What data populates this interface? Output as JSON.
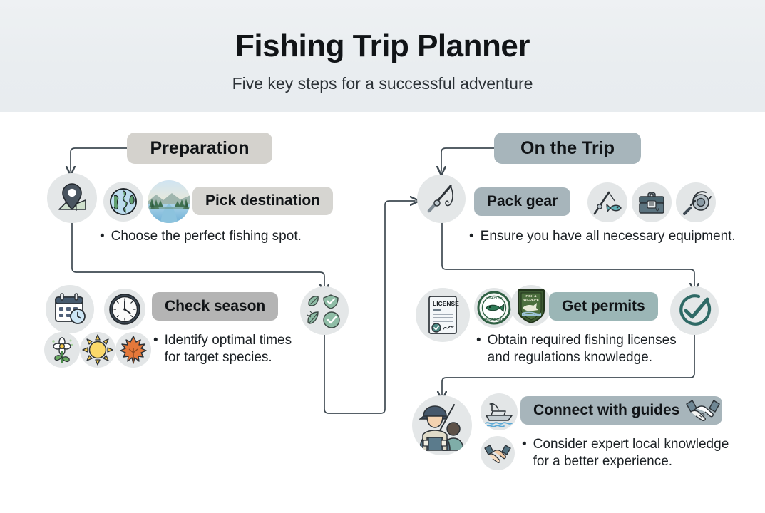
{
  "header": {
    "title": "Fishing Trip Planner",
    "subtitle": "Five key steps for a successful adventure"
  },
  "colors": {
    "header_band": "#eaeef1",
    "section_prep_chip": "#d4d2cd",
    "section_trip_chip": "#a7b5bb",
    "chip_light_grey": "#d6d5d1",
    "chip_mid_grey": "#b4b4b4",
    "chip_teal": "#9bb6b6",
    "chip_bluegrey": "#a7b5bb",
    "bubble": "#e3e6e7",
    "wire": "#3f4a52",
    "text": "#16191c",
    "sage": "#7faa91",
    "sage_dark": "#3f7a62",
    "teal_dark": "#2f6a66"
  },
  "sections": [
    {
      "id": "preparation",
      "label": "Preparation"
    },
    {
      "id": "on-the-trip",
      "label": "On the Trip"
    }
  ],
  "steps": [
    {
      "id": "pick-destination",
      "label": "Pick destination",
      "bullet": "Choose the perfect fishing spot.",
      "section": "preparation",
      "icons": [
        "map-pin-icon",
        "globe-icon",
        "river-landscape-icon"
      ]
    },
    {
      "id": "check-season",
      "label": "Check season",
      "bullet": "Identify optimal times\nfor target species.",
      "section": "preparation",
      "icons": [
        "calendar-clock-icon",
        "clock-icon",
        "flower-icon",
        "sun-icon",
        "maple-leaf-icon",
        "leaf-shield-check-icon"
      ]
    },
    {
      "id": "pack-gear",
      "label": "Pack gear",
      "bullet": "Ensure you have all necessary equipment.",
      "section": "on-the-trip",
      "icons": [
        "fishing-rod-icon",
        "rod-and-fish-icon",
        "tackle-box-icon",
        "fishing-reel-icon"
      ]
    },
    {
      "id": "get-permits",
      "label": "Get permits",
      "bullet": "Obtain required fishing licenses\nand regulations knowledge.",
      "section": "on-the-trip",
      "license_document_text": "LICENSE",
      "icons": [
        "license-document-icon",
        "fish-club-badge-icon",
        "fish-and-wildlife-badge-icon",
        "check-circle-icon"
      ]
    },
    {
      "id": "connect-with-guides",
      "label": "Connect with guides",
      "bullet": "Consider expert local knowledge\nfor a better experience.",
      "section": "on-the-trip",
      "icons": [
        "fishing-guide-icon",
        "fishing-boat-icon",
        "handshake-icon"
      ]
    }
  ]
}
